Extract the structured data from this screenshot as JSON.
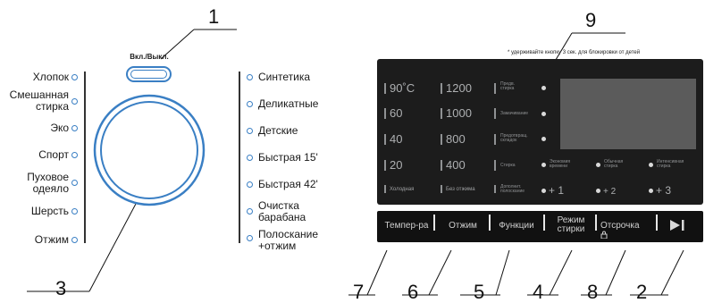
{
  "callouts": {
    "n1": "1",
    "n2": "2",
    "n3": "3",
    "n4": "4",
    "n5": "5",
    "n6": "6",
    "n7": "7",
    "n8": "8",
    "n9": "9"
  },
  "dial": {
    "power_label": "Вкл./Выкл.",
    "left_programs": [
      "Хлопок",
      "Смешанная\nстирка",
      "Эко",
      "Спорт",
      "Пуховое\nодеяло",
      "Шерсть",
      "Отжим"
    ],
    "right_programs": [
      "Синтетика",
      "Деликатные",
      "Детские",
      "Быстрая 15'",
      "Быстрая 42'",
      "Очистка\nбарабана",
      "Полоскание\n+отжим"
    ]
  },
  "display": {
    "child_lock_note": "* удерживайте кнопку 3 сек. для блокировки от детей",
    "temps": [
      "90˚C",
      "60",
      "40",
      "20",
      "Холодная"
    ],
    "spins": [
      "1200",
      "1000",
      "800",
      "400",
      "Без отжима"
    ],
    "functions": [
      "Предв.\nстирка",
      "Замачивание",
      "Предотвращ.\nскладок",
      "Стирка",
      "Дополнит.\nполоскание"
    ],
    "wash_modes": [
      "Экономия\nвремени",
      "Обычная\nстирка",
      "Интенсивная\nстирка"
    ],
    "rinse_levels": [
      "+ 1",
      "+ 2",
      "+ 3"
    ]
  },
  "controls": {
    "temp": "Темпер-ра",
    "spin": "Отжим",
    "functions": "Функции",
    "mode": "Режим\nстирки",
    "delay": "Отсрочка",
    "lock_icon": "lock-icon",
    "play_icon": "play-pause-icon"
  },
  "colors": {
    "accent": "#3a7fc4",
    "panel": "#1c1c1c",
    "screen": "#5b5b5b"
  }
}
